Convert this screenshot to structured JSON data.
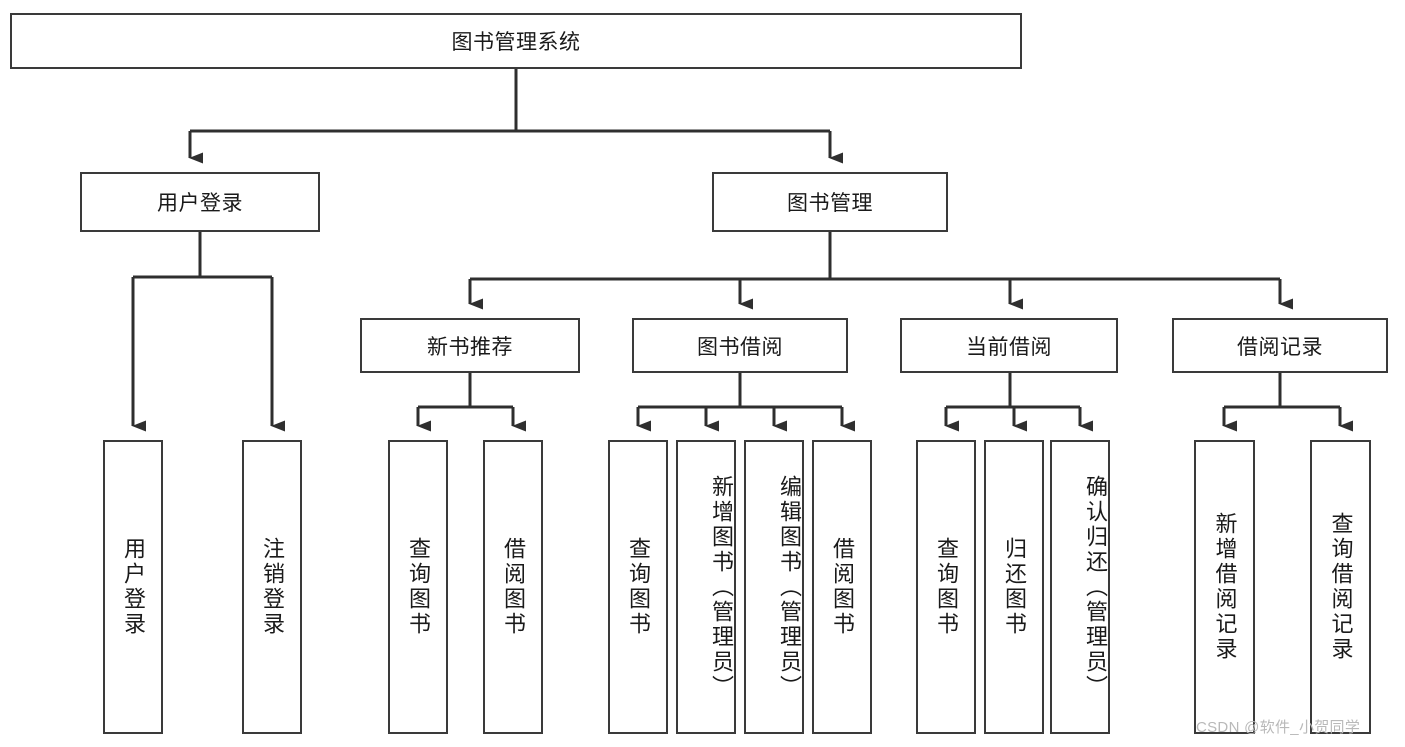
{
  "diagram": {
    "title": "图书管理系统",
    "type": "tree-hierarchy",
    "root": {
      "label": "图书管理系统"
    },
    "level1": [
      {
        "label": "用户登录"
      },
      {
        "label": "图书管理"
      }
    ],
    "level2": [
      {
        "label": "新书推荐"
      },
      {
        "label": "图书借阅"
      },
      {
        "label": "当前借阅"
      },
      {
        "label": "借阅记录"
      }
    ],
    "leaves": {
      "user_login": [
        {
          "label": "用户登录"
        },
        {
          "label": "注销登录"
        }
      ],
      "new_book_recommend": [
        {
          "label": "查询图书"
        },
        {
          "label": "借阅图书"
        }
      ],
      "book_borrow": [
        {
          "label": "查询图书"
        },
        {
          "label": "新增图书（管理员）"
        },
        {
          "label": "编辑图书（管理员）"
        },
        {
          "label": "借阅图书"
        }
      ],
      "current_borrow": [
        {
          "label": "查询图书"
        },
        {
          "label": "归还图书"
        },
        {
          "label": "确认归还（管理员）"
        }
      ],
      "borrow_record": [
        {
          "label": "新增借阅记录"
        },
        {
          "label": "查询借阅记录"
        }
      ]
    }
  },
  "watermark": {
    "text": "CSDN @软件_小贺同学"
  },
  "colors": {
    "box_border": "#3a3a3a",
    "box_fill": "#ffffff",
    "line": "#2f2f2f",
    "text": "#1a1a1a",
    "watermark": "#b9b9b9",
    "background": "#ffffff"
  }
}
